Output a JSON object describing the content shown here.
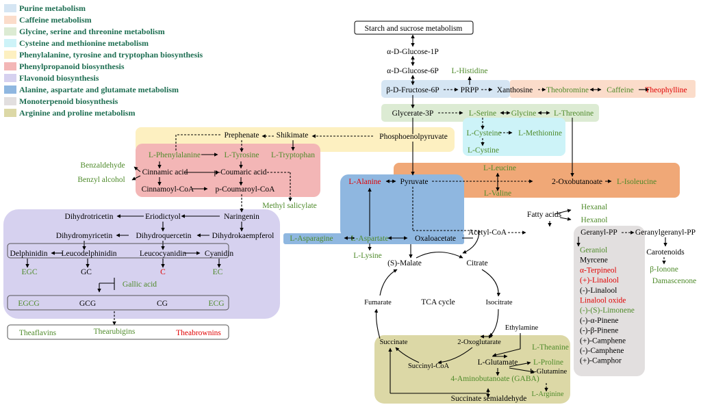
{
  "colors": {
    "black": "#000000",
    "green": "#4e8a2a",
    "red": "#e00000",
    "legend_text": "#1e6e52",
    "purine": "#d5e5f3",
    "caffeine": "#fbdcca",
    "glycine": "#dcebd3",
    "cysteine": "#cdf3f8",
    "phenylalanine": "#fdf0c1",
    "phenylpropanoid": "#f3b6b6",
    "flavonoid": "#d6d1ef",
    "alanine": "#8fb7e0",
    "monoterpenoid": "#e2dfdf",
    "arginine": "#dcd8a6",
    "valine_leucine": "#f0a877"
  },
  "legend": [
    {
      "label": "Purine metabolism",
      "color": "#d5e5f3"
    },
    {
      "label": "Caffeine metabolism",
      "color": "#fbdcca"
    },
    {
      "label": "Glycine, serine and threonine metabolism",
      "color": "#dcebd3"
    },
    {
      "label": "Cysteine and methionine metabolism",
      "color": "#cdf3f8"
    },
    {
      "label": "Phenylalanine, tyrosine and tryptophan biosynthesis",
      "color": "#fdf0c1"
    },
    {
      "label": "Phenylpropanoid biosynthesis",
      "color": "#f3b6b6"
    },
    {
      "label": "Flavonoid biosynthesis",
      "color": "#d6d1ef"
    },
    {
      "label": "Alanine, aspartate and glutamate metabolism",
      "color": "#8fb7e0"
    },
    {
      "label": "Monoterpenoid biosynthesis",
      "color": "#e2dfdf"
    },
    {
      "label": "Arginine and proline metabolism",
      "color": "#dcd8a6"
    }
  ],
  "nodes": {
    "starch": "Starch and sucrose metabolism",
    "glucose1p": "α-D-Glucose-1P",
    "glucose6p": "α-D-Glucose-6P",
    "histidine": "L-Histidine",
    "fructose6p": "β-D-Fructose-6P",
    "prpp": "PRPP",
    "xanthosine": "Xanthosine",
    "theobromine": "Theobromine",
    "caffeine": "Caffeine",
    "theophylline": "Theophylline",
    "glycerate": "Glycerate-3P",
    "serine": "L-Serine",
    "glycine": "Glycine",
    "threonine": "L-Threonine",
    "cysteine": "L-Cysteine",
    "methionine": "L-Methionine",
    "cystine": "L-Cystine",
    "prephenate": "Prephenate",
    "shikimate": "Shikimate",
    "pep": "Phosphoenolpyruvate",
    "phenylalanine": "L-Phenylalanine",
    "tyrosine": "L-Tyrosine",
    "tryptophan": "L-Tryptophan",
    "benzaldehyde": "Benzaldehyde",
    "benzyl_alcohol": "Benzyl alcohol",
    "cinnamic": "Cinnamic acid",
    "pcoumaric": "p-Coumaric acid",
    "cinnamoyl": "Cinnamoyl-CoA",
    "pcoumaroyl": "p-Coumaroyl-CoA",
    "methyl_salicylate": "Methyl salicylate",
    "leucine": "L-Leucine",
    "valine": "L-Valine",
    "alanine": "L-Alanine",
    "pyruvate": "Pyruvate",
    "oxobutanoate": "2-Oxobutanoate",
    "isoleucine": "L-Isoleucine",
    "fatty_acids": "Fatty acids",
    "hexanal": "Hexanal",
    "hexanol": "Hexanol",
    "dihydrotricetin": "Dihydrotricetin",
    "eriodictyol": "Eriodictyol",
    "naringenin": "Naringenin",
    "dihydromyricetin": "Dihydromyricetin",
    "dihydroquercetin": "Dihydroquercetin",
    "dihydrokaempferol": "Dihydrokaempferol",
    "delphinidin": "Delphinidin",
    "leucodelphinidin": "Leucodelphinidin",
    "leucocyanidin": "Leucocyanidin",
    "cyanidin": "Cyanidin",
    "egc": "EGC",
    "gc": "GC",
    "c": "C",
    "ec": "EC",
    "gallic": "Gallic acid",
    "egcg": "EGCG",
    "gcg": "GCG",
    "cg": "CG",
    "ecg": "ECG",
    "theaflavins": "Theaflavins",
    "thearubigins": "Thearubigins",
    "theabrownins": "Theabrownins",
    "asparagine": "L-Asparagine",
    "aspartate": "L-Aspartate",
    "oxaloacetate": "Oxaloacetate",
    "lysine": "L-Lysine",
    "acetyl_coa": "Acetyl-CoA",
    "geranyl_pp": "Geranyl-PP",
    "geranylgeranyl_pp": "Geranylgeranyl-PP",
    "carotenoids": "Carotenoids",
    "ionone": "β-Ionone",
    "damascenone": "Damascenone",
    "malate": "(S)-Malate",
    "citrate": "Citrate",
    "fumarate": "Fumarate",
    "tca": "TCA cycle",
    "isocitrate": "Isocitrate",
    "ethylamine": "Ethylamine",
    "theanine": "L-Theanine",
    "succinate": "Succinate",
    "oxoglutarate": "2-Oxoglutarate",
    "succinyl_coa": "Succinyl-CoA",
    "glutamate": "L-Glutamate",
    "proline": "L-Proline",
    "glutamine": "L-Glutamine",
    "gaba": "4-Aminobutanoate (GABA)",
    "arginine": "L-Arginine",
    "succinate_semialdehyde": "Succinate semialdehyde"
  },
  "monoterpenoids": [
    {
      "label": "Geraniol",
      "color": "#4e8a2a"
    },
    {
      "label": "Myrcene",
      "color": "#000000"
    },
    {
      "label": "α-Terpineol",
      "color": "#e00000"
    },
    {
      "label": "(+)-Linalool",
      "color": "#e00000"
    },
    {
      "label": "(-)-Linalool",
      "color": "#000000"
    },
    {
      "label": "Linalool oxide",
      "color": "#e00000"
    },
    {
      "label": "(-)-(S)-Limonene",
      "color": "#4e8a2a"
    },
    {
      "label": "(-)-α-Pinene",
      "color": "#000000"
    },
    {
      "label": "(-)-β-Pinene",
      "color": "#000000"
    },
    {
      "label": "(+)-Camphene",
      "color": "#000000"
    },
    {
      "label": "(-)-Camphene",
      "color": "#000000"
    },
    {
      "label": "(+)-Camphor",
      "color": "#000000"
    }
  ]
}
